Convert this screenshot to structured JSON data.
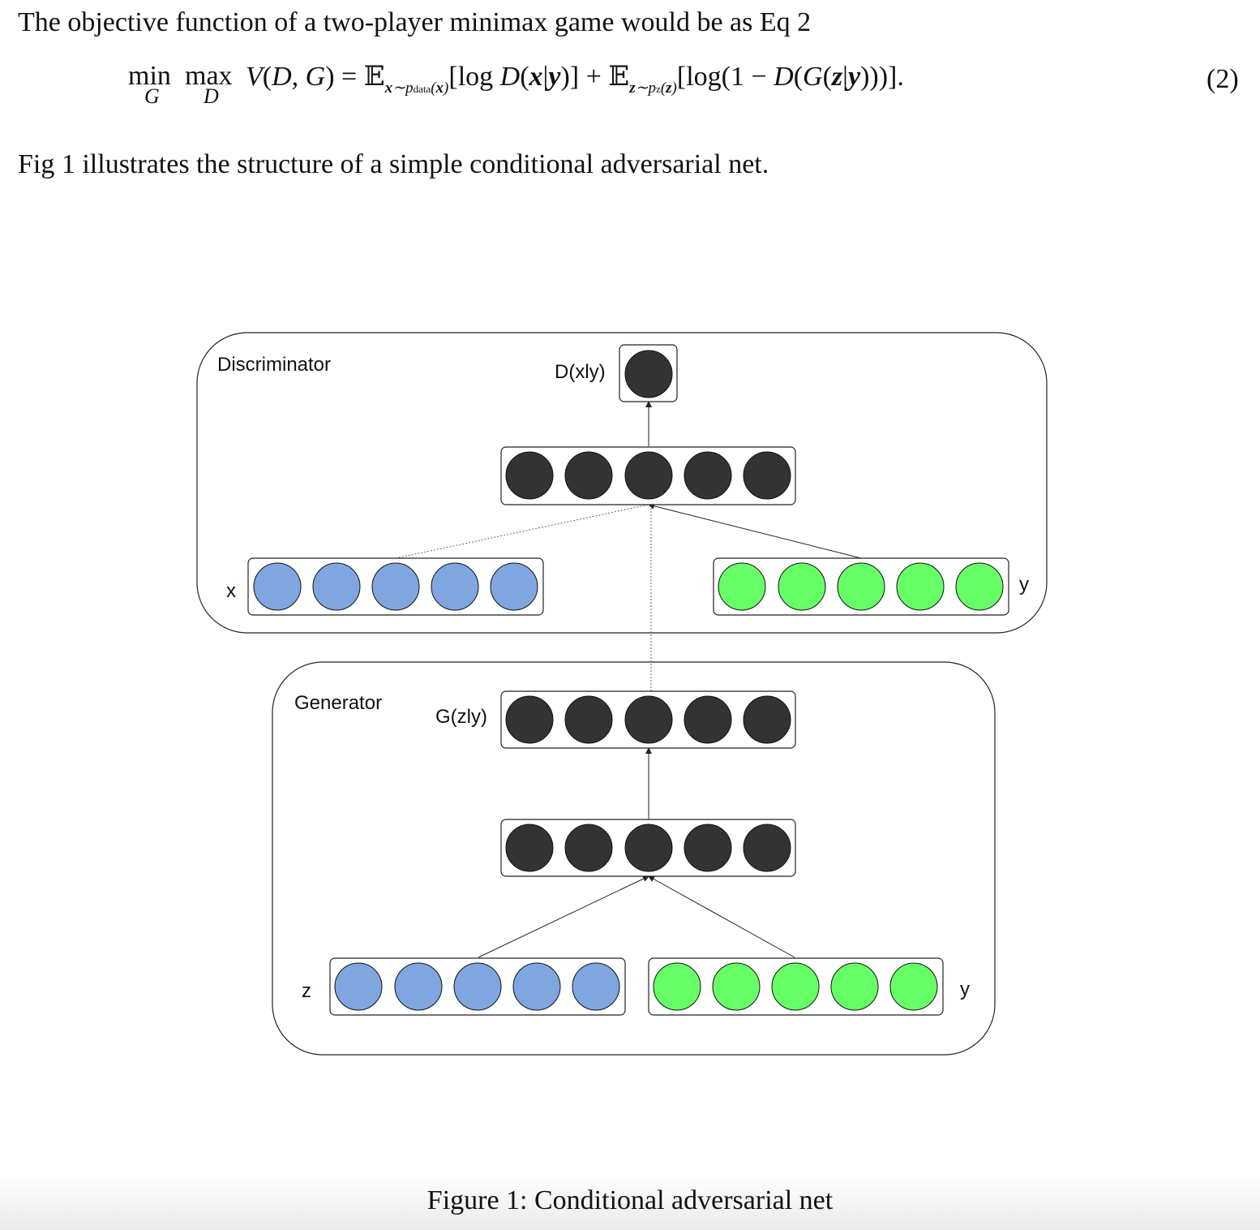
{
  "paragraphs": {
    "objective": "The objective function of a two-player minimax game would be as Eq 2",
    "fig_intro": "Fig 1 illustrates the structure of a simple conditional adversarial net."
  },
  "equation": {
    "min": "min",
    "max": "max",
    "min_sub": "G",
    "max_sub": "D",
    "number": "(2)"
  },
  "figure": {
    "caption": "Figure 1: Conditional adversarial net",
    "discriminator": {
      "title": "Discriminator",
      "output_label": "D(xly)",
      "input_x_label": "x",
      "input_y_label": "y"
    },
    "generator": {
      "title": "Generator",
      "output_label": "G(zly)",
      "input_z_label": "z",
      "input_y_label": "y"
    },
    "colors": {
      "dark_node": "#333333",
      "blue_node": "#7fa6df",
      "green_node": "#66ff66",
      "stroke": "#222222"
    }
  }
}
